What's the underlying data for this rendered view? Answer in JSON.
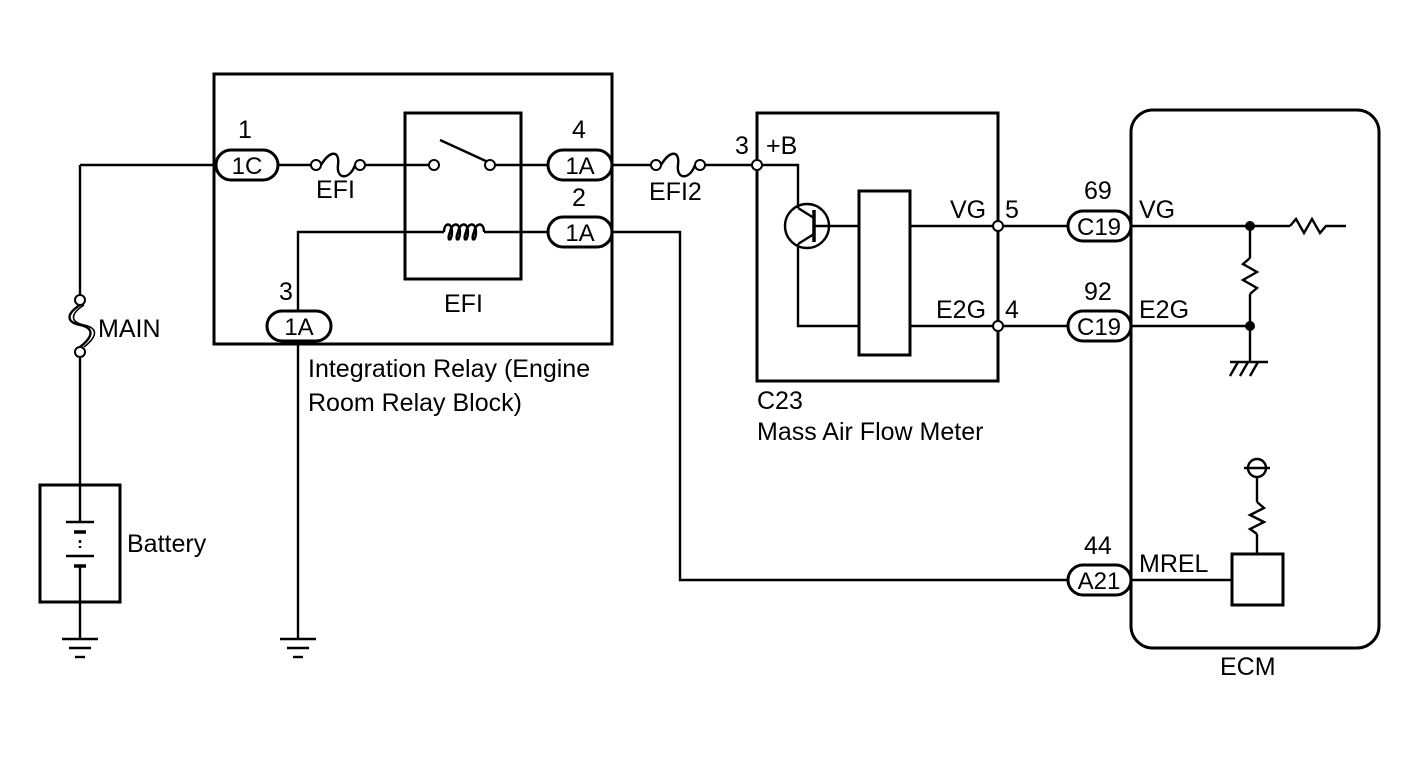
{
  "relay_block": {
    "name_line1": "Integration Relay (Engine",
    "name_line2": "Room Relay Block)",
    "pin_1": {
      "num": "1",
      "code": "1C"
    },
    "pin_4": {
      "num": "4",
      "code": "1A"
    },
    "pin_2": {
      "num": "2",
      "code": "1A"
    },
    "pin_3": {
      "num": "3",
      "code": "1A"
    },
    "fuse_label": "EFI",
    "relay_label": "EFI"
  },
  "fuse_main": "MAIN",
  "fuse_efi2": "EFI2",
  "battery": "Battery",
  "maf": {
    "code": "C23",
    "name": "Mass Air Flow Meter",
    "pin_b": {
      "num": "3",
      "label": "+B"
    },
    "pin_vg": {
      "num": "5",
      "label": "VG"
    },
    "pin_e2g": {
      "num": "4",
      "label": "E2G"
    }
  },
  "ecm": {
    "name": "ECM",
    "pin_vg": {
      "num": "69",
      "code": "C19",
      "label": "VG"
    },
    "pin_e2g": {
      "num": "92",
      "code": "C19",
      "label": "E2G"
    },
    "pin_mrel": {
      "num": "44",
      "code": "A21",
      "label": "MREL"
    }
  }
}
